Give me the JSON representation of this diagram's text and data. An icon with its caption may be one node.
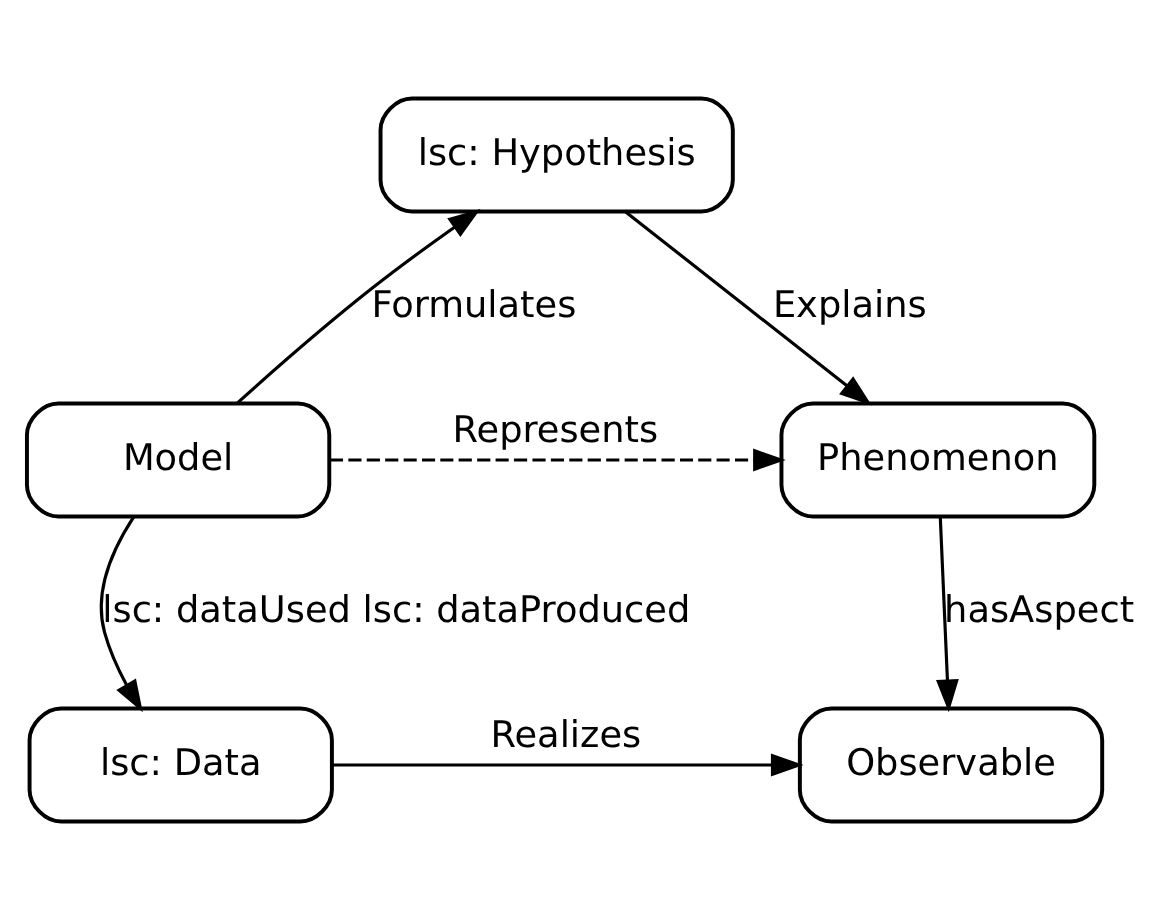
{
  "diagram": {
    "nodes": [
      {
        "text": [
          "lsc: Hypothesis"
        ]
      },
      {
        "text": [
          "Model"
        ]
      },
      {
        "text": [
          "Phenomenon"
        ]
      },
      {
        "text": [
          "lsc: Data"
        ]
      },
      {
        "text": [
          "Observable"
        ]
      }
    ],
    "edges": [
      {
        "from": 1,
        "to": 0,
        "arrow": "to",
        "label": "Formulates"
      },
      {
        "from": 0,
        "to": 2,
        "arrow": "to",
        "label": "Explains"
      },
      {
        "from": 1,
        "to": 2,
        "arrow": "to",
        "label": "Represents",
        "style": "dashed"
      },
      {
        "from": 1,
        "to": 3,
        "arrow": "to",
        "label": "lsc: dataUsed lsc: dataProduced"
      },
      {
        "from": 3,
        "to": 4,
        "arrow": "to",
        "label": "Realizes"
      },
      {
        "from": 2,
        "to": 4,
        "arrow": "to",
        "label": "hasAspect"
      }
    ]
  }
}
